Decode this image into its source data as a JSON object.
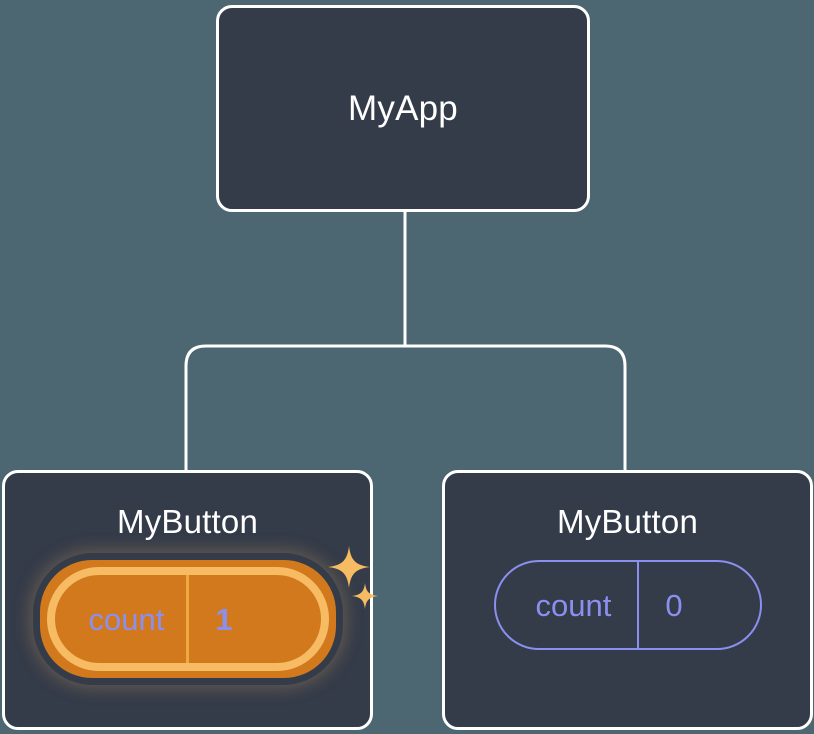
{
  "diagram": {
    "title": "React component tree with state highlight",
    "background_color": "#4c6672",
    "node_fill_color": "#343b49",
    "node_border_color": "#ffffff",
    "connector_color": "#ffffff",
    "highlight_outer_color": "#d2791d",
    "highlight_inner_color": "#f7bc63",
    "state_text_color": "#8b8ff0",
    "sparkle_color": "#f7bc63"
  },
  "root": {
    "label": "MyApp"
  },
  "children": [
    {
      "label": "MyButton",
      "state": {
        "key": "count",
        "value": "1"
      },
      "highlighted": true,
      "sparkle_large": "sparkle-icon",
      "sparkle_small": "sparkle-icon"
    },
    {
      "label": "MyButton",
      "state": {
        "key": "count",
        "value": "0"
      },
      "highlighted": false
    }
  ]
}
